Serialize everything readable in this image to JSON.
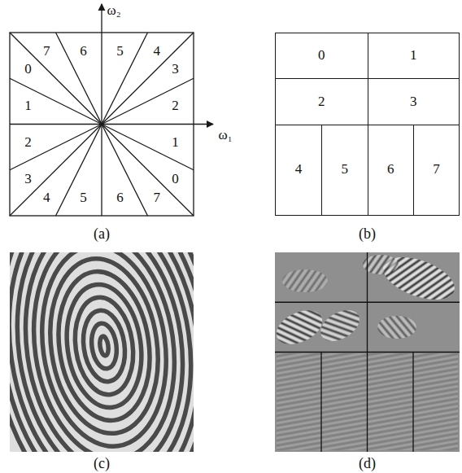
{
  "diagram": {
    "nodes": [
      {
        "text": [
          "0"
        ]
      },
      {
        "text": [
          "1"
        ]
      },
      {
        "text": [
          "2"
        ]
      },
      {
        "text": [
          "3"
        ]
      },
      {
        "text": [
          "4"
        ]
      },
      {
        "text": [
          "5"
        ]
      },
      {
        "text": [
          "6"
        ]
      },
      {
        "text": [
          "7"
        ]
      }
    ],
    "labels": [
      "ω₂",
      "7",
      "6",
      "5",
      "4",
      "0",
      "3",
      "1",
      "2",
      "ω₁",
      "2",
      "1",
      "3",
      "0",
      "4",
      "5",
      "6",
      "7",
      "(a)",
      "(b)",
      "(c)",
      "(d)"
    ]
  }
}
